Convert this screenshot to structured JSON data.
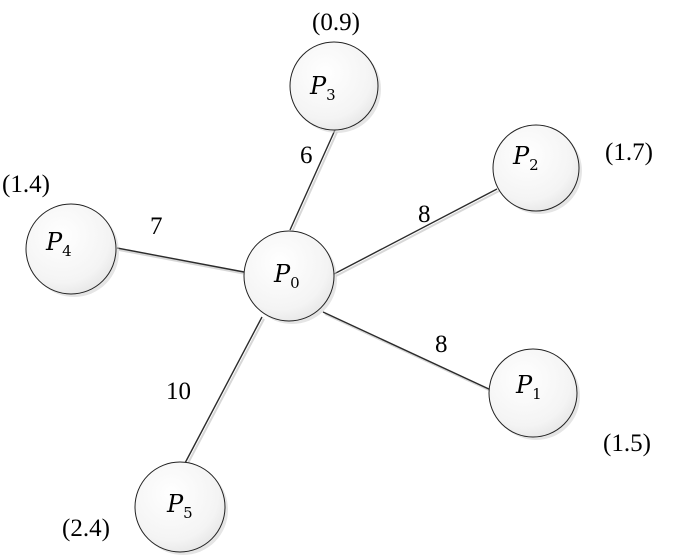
{
  "diagram": {
    "nodes": [
      {
        "id": "P0",
        "letter": "P",
        "sub": "0",
        "value": ""
      },
      {
        "id": "P1",
        "letter": "P",
        "sub": "1",
        "value": "(1.5)"
      },
      {
        "id": "P2",
        "letter": "P",
        "sub": "2",
        "value": "(1.7)"
      },
      {
        "id": "P3",
        "letter": "P",
        "sub": "3",
        "value": "(0.9)"
      },
      {
        "id": "P4",
        "letter": "P",
        "sub": "4",
        "value": "(1.4)"
      },
      {
        "id": "P5",
        "letter": "P",
        "sub": "5",
        "value": "(2.4)"
      }
    ],
    "edges": [
      {
        "from": "P0",
        "to": "P3",
        "weight": "6"
      },
      {
        "from": "P0",
        "to": "P2",
        "weight": "8"
      },
      {
        "from": "P0",
        "to": "P4",
        "weight": "7"
      },
      {
        "from": "P0",
        "to": "P1",
        "weight": "8"
      },
      {
        "from": "P0",
        "to": "P5",
        "weight": "10"
      }
    ]
  }
}
